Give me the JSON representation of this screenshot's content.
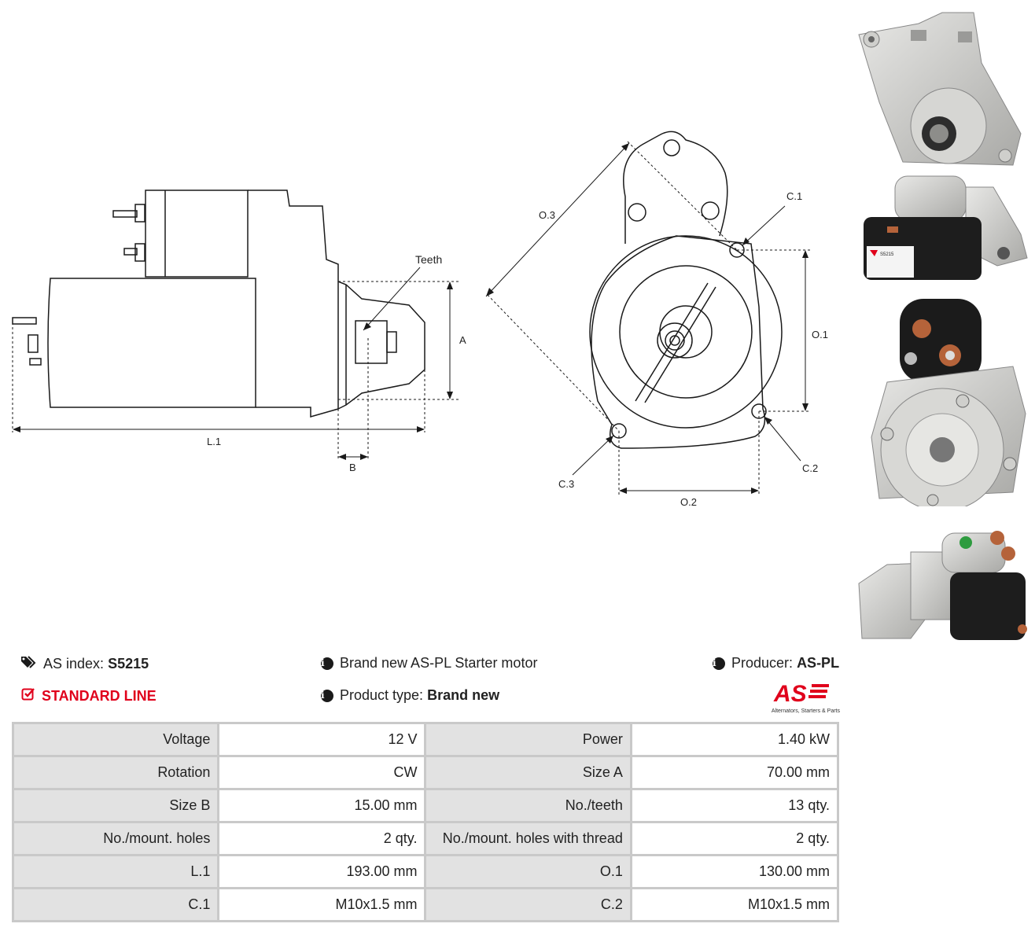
{
  "drawing": {
    "side_labels": {
      "teeth": "Teeth",
      "a": "A",
      "l1": "L.1",
      "b": "B"
    },
    "front_labels": {
      "o3": "O.3",
      "c1": "C.1",
      "o1": "O.1",
      "c2": "C.2",
      "c3": "C.3",
      "o2": "O.2"
    }
  },
  "photos": [
    {
      "icon": "starter-front-photo"
    },
    {
      "icon": "starter-side-photo",
      "label_text": "S5215"
    },
    {
      "icon": "starter-rear-photo"
    },
    {
      "icon": "starter-side-photo-2"
    }
  ],
  "info": {
    "as_index_label": "AS index:",
    "as_index_value": "S5215",
    "line": "STANDARD LINE",
    "description": "Brand new AS-PL Starter motor",
    "product_type_label": "Product type:",
    "product_type_value": "Brand new",
    "producer_label": "Producer:",
    "producer_value": "AS-PL",
    "logo_text": "AS",
    "logo_tagline": "Alternators, Starters & Parts"
  },
  "specs": [
    [
      "Voltage",
      "12 V",
      "Power",
      "1.40 kW"
    ],
    [
      "Rotation",
      "CW",
      "Size A",
      "70.00 mm"
    ],
    [
      "Size B",
      "15.00 mm",
      "No./teeth",
      "13 qty."
    ],
    [
      "No./mount. holes",
      "2 qty.",
      "No./mount. holes with thread",
      "2 qty."
    ],
    [
      "L.1",
      "193.00 mm",
      "O.1",
      "130.00 mm"
    ],
    [
      "C.1",
      "M10x1.5 mm",
      "C.2",
      "M10x1.5 mm"
    ]
  ],
  "colors": {
    "accent_red": "#e0001b",
    "table_border": "#c9c9c9",
    "label_bg": "#e2e2e2"
  }
}
